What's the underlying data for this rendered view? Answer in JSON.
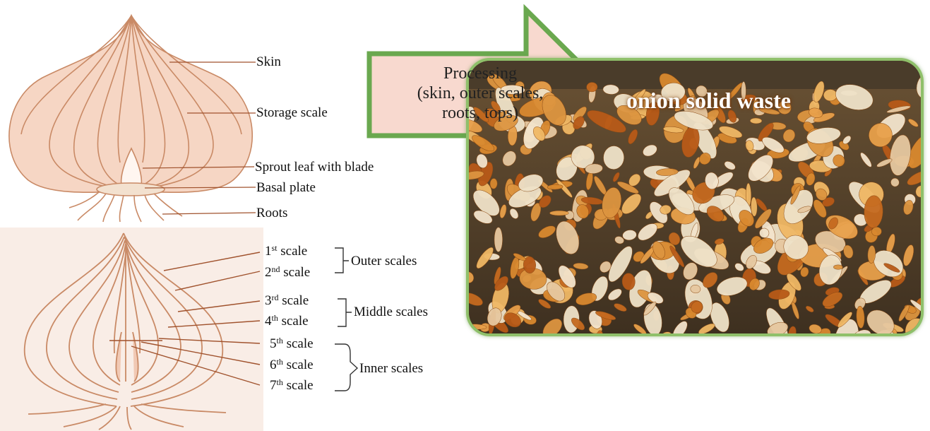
{
  "top_labels": [
    "Skin",
    "Storage scale",
    "Sprout leaf with blade",
    "Basal plate",
    "Roots"
  ],
  "scales": [
    {
      "num": "1",
      "sup": "st",
      "word": "scale"
    },
    {
      "num": "2",
      "sup": "nd",
      "word": "scale"
    },
    {
      "num": "3",
      "sup": "rd",
      "word": "scale"
    },
    {
      "num": "4",
      "sup": "th",
      "word": "scale"
    },
    {
      "num": "5",
      "sup": "th",
      "word": "scale"
    },
    {
      "num": "6",
      "sup": "th",
      "word": "scale"
    },
    {
      "num": "7",
      "sup": "th",
      "word": "scale"
    }
  ],
  "groups": [
    "Outer scales",
    "Middle scales",
    "Inner scales"
  ],
  "arrow": {
    "lines": [
      "Processing",
      "(skin, outer scales,",
      "roots, tops)"
    ],
    "fill": "#f8d9cf",
    "stroke": "#6aa84f"
  },
  "photo": {
    "title": "onion solid waste"
  },
  "colors": {
    "onion_line": "#c98a66",
    "onion_fill": "#f6d6c4",
    "leader": "#a0522d"
  }
}
